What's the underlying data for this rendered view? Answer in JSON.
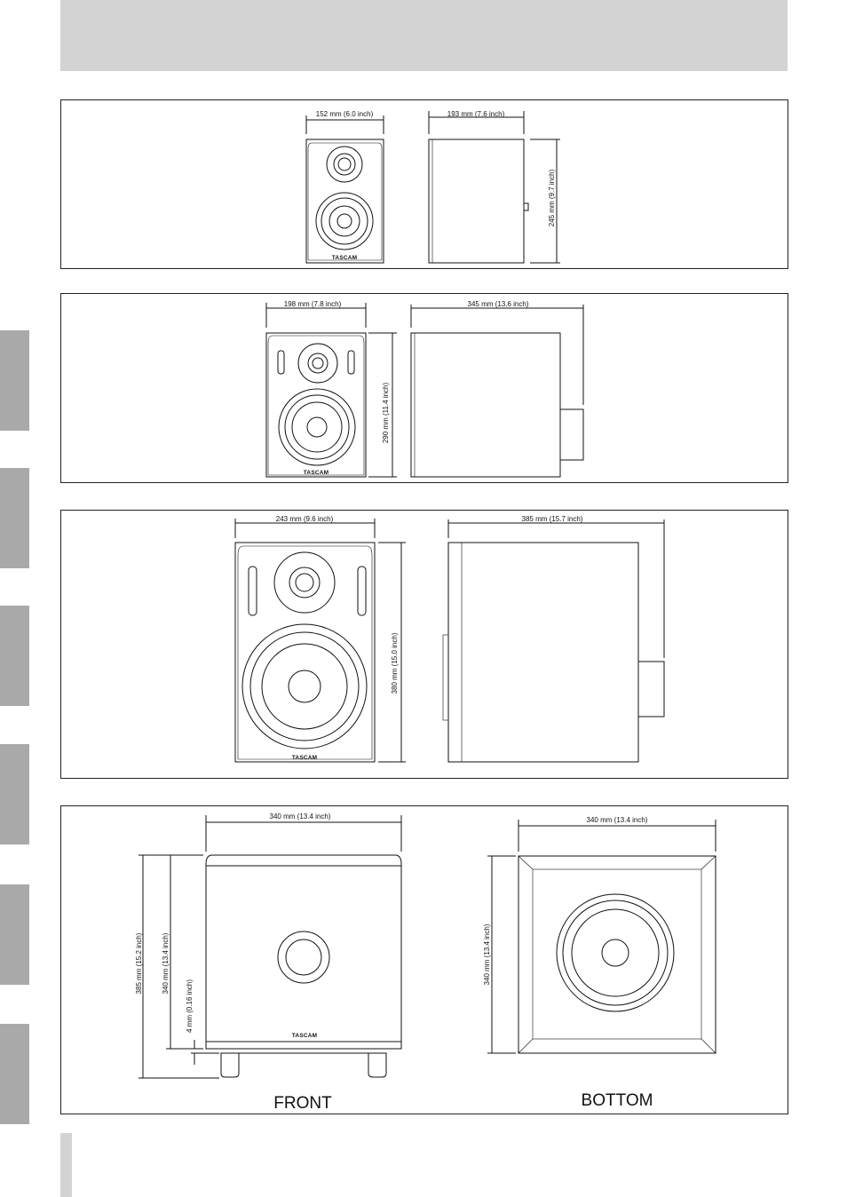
{
  "brand_logo": "TASCAM",
  "panels": [
    {
      "width_label": "152 mm (6.0 inch)",
      "depth_label": "193 mm (7.6 inch)",
      "height_label": "245 mm (9.7 inch)"
    },
    {
      "width_label": "198 mm (7.8 inch)",
      "depth_label": "345 mm (13.6 inch)",
      "height_label": "290 mm (11.4 inch)"
    },
    {
      "width_label": "243 mm (9.6 inch)",
      "depth_label": "385 mm (15.7 inch)",
      "height_label": "380 mm (15.0 inch)"
    },
    {
      "front_width_label": "340 mm (13.4 inch)",
      "total_height_label": "385 mm (15.2 inch)",
      "cabinet_height_label": "340 mm (13.4 inch)",
      "foot_gap_label": "4 mm (0.16 inch)",
      "front_label": "FRONT",
      "bottom_width_label": "340 mm (13.4 inch)",
      "bottom_depth_label": "340 mm (13.4 inch)",
      "bottom_label": "BOTTOM"
    }
  ]
}
